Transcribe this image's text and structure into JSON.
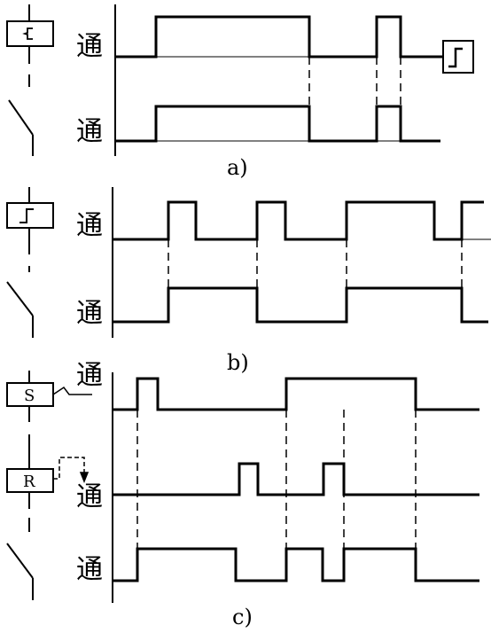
{
  "labels": {
    "on": "通",
    "caption_a": "a)",
    "caption_b": "b)",
    "caption_c": "c)",
    "set_coil": "S",
    "reset_coil": "R"
  },
  "colors": {
    "line": "#000000",
    "background": "#ffffff"
  },
  "icons": {
    "coil_a": "pulse-contact-icon",
    "coil_b": "rising-edge-icon",
    "edge_a": "rising-edge-icon",
    "set_arrow": "set-trigger-icon",
    "reset_arrow": "reset-trigger-icon",
    "contact": "normally-open-contact-icon"
  }
}
